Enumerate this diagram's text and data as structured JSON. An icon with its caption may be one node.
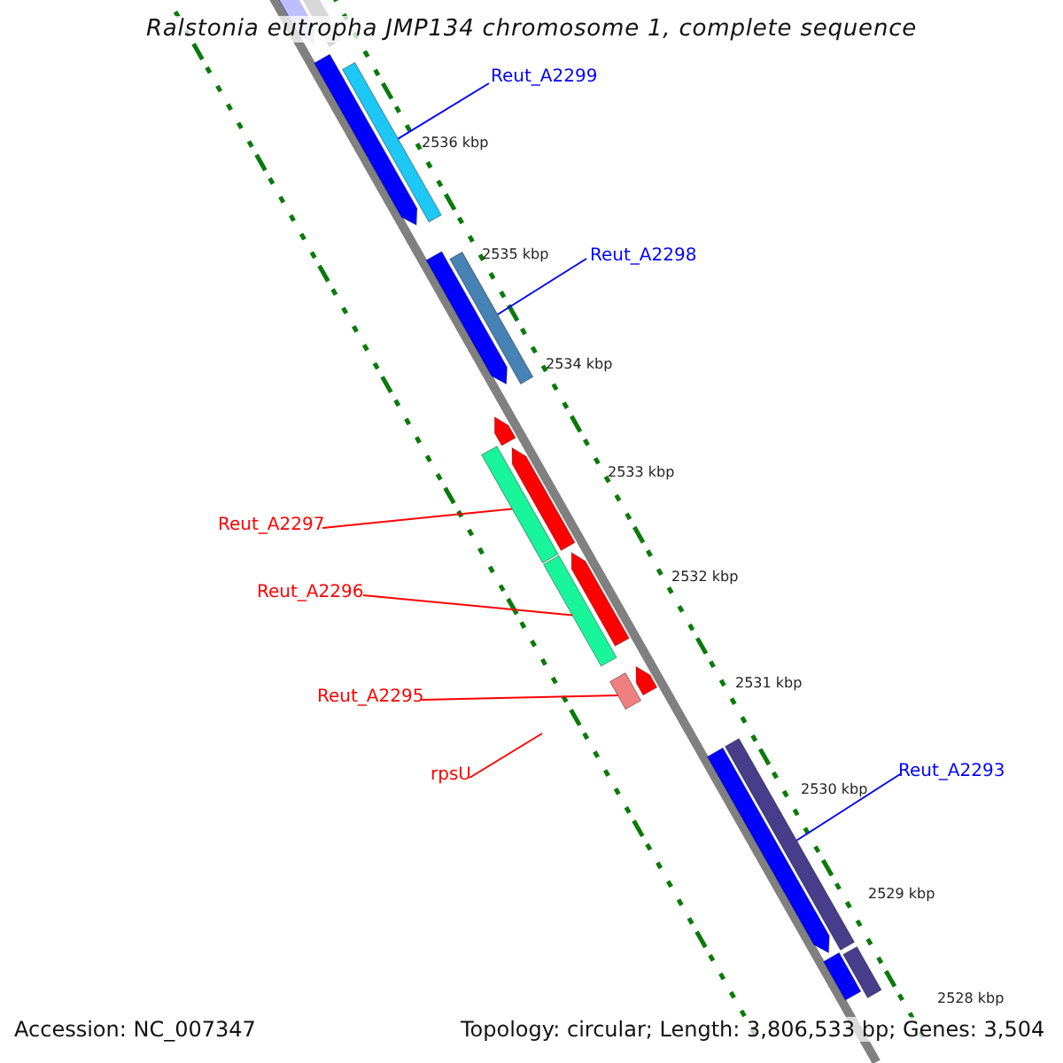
{
  "diagram": {
    "title": "Ralstonia eutropha JMP134 chromosome 1, complete sequence",
    "nodes": [
      {
        "text": [
          "Reut_A2299"
        ]
      },
      {
        "text": [],
        "shape": "bar"
      },
      {
        "text": [
          "Reut_A2298"
        ]
      },
      {
        "text": [],
        "shape": "bar"
      },
      {
        "text": [
          "Reut_A2297"
        ]
      },
      {
        "text": [],
        "shape": "bar"
      },
      {
        "text": [
          "Reut_A2296"
        ]
      },
      {
        "text": [],
        "shape": "bar"
      },
      {
        "text": [
          "Reut_A2295"
        ]
      },
      {
        "text": [],
        "shape": "bar"
      },
      {
        "text": [
          "rpsU"
        ]
      },
      {
        "text": [
          "Reut_A2293"
        ]
      },
      {
        "text": [],
        "shape": "bar"
      }
    ],
    "edges": [
      {
        "from": 0,
        "to": 1,
        "arrow": "none",
        "color": "#0000ff"
      },
      {
        "from": 2,
        "to": 3,
        "arrow": "none",
        "color": "#0000ff"
      },
      {
        "from": 4,
        "to": 5,
        "arrow": "none"
      },
      {
        "from": 6,
        "to": 7,
        "arrow": "none"
      },
      {
        "from": 8,
        "to": 9,
        "arrow": "none"
      },
      {
        "from": 10,
        "to": null,
        "arrow": "none"
      },
      {
        "from": 11,
        "to": 12,
        "arrow": "none",
        "color": "#0000ff"
      }
    ],
    "labels": [
      "2536 kbp",
      "2535 kbp",
      "2534 kbp",
      "2533 kbp",
      "2532 kbp",
      "2531 kbp",
      "2530 kbp",
      "2529 kbp",
      "2528 kbp",
      "Accession: NC_007347",
      "Topology: circular; Length: 3,806,533 bp; Genes: 3,504"
    ]
  }
}
